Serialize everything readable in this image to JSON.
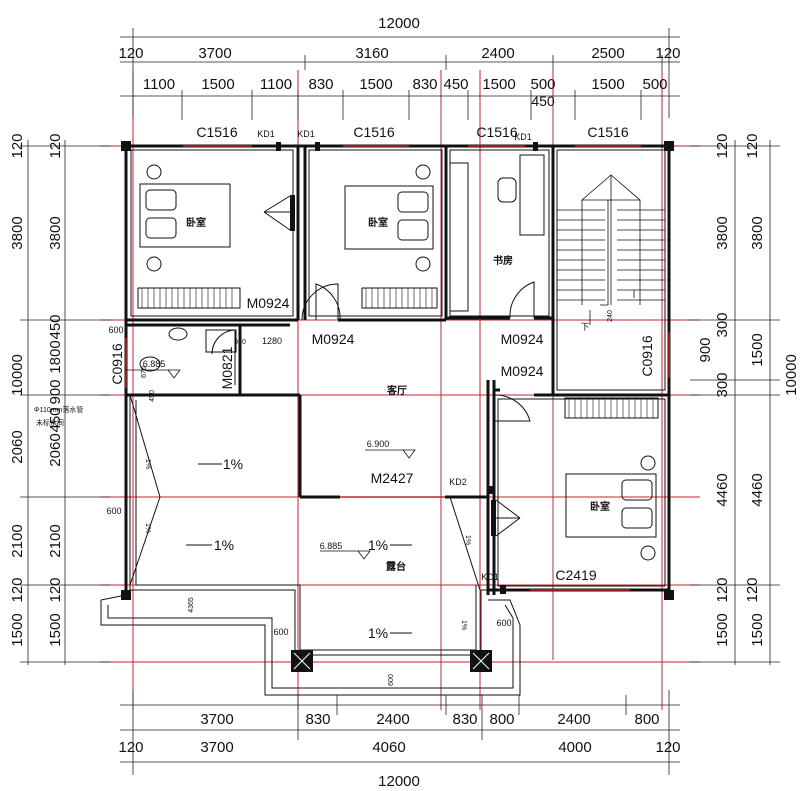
{
  "dims": {
    "top_total": "12000",
    "top_row1": [
      "120",
      "3700",
      "3160",
      "2400",
      "2500",
      "120"
    ],
    "top_row2": [
      "1100",
      "1500",
      "1100",
      "830",
      "1500",
      "830",
      "450",
      "1500",
      "500",
      "1500",
      "500"
    ],
    "top_extra": "450",
    "bottom_row1": [
      "3700",
      "830",
      "2400",
      "830",
      "800",
      "2400",
      "800"
    ],
    "bottom_row2": [
      "120",
      "3700",
      "4060",
      "4000",
      "120"
    ],
    "bottom_total": "12000",
    "left_outer": [
      "120",
      "3800",
      "10000",
      "2060",
      "2100",
      "120",
      "1500"
    ],
    "left_inner": [
      "120",
      "3800",
      "450",
      "1800",
      "900",
      "450",
      "2060",
      "2100",
      "120",
      "1500"
    ],
    "right_inner": [
      "120",
      "3800",
      "300",
      "900",
      "300",
      "4460",
      "120",
      "1500"
    ],
    "right_outer": [
      "120",
      "3800",
      "1500",
      "10000",
      "4460",
      "120",
      "1500"
    ]
  },
  "labels": {
    "c1516": "C1516",
    "kd1": "KD1",
    "kd2": "KD2",
    "m0924": "M0924",
    "c0916": "C0916",
    "m0821": "M0821",
    "m2427": "M2427",
    "c2419": "C2419",
    "c0916_left": "C0916",
    "bedroom": "卧室",
    "study": "书房",
    "living": "客厅",
    "terrace": "露台",
    "slope": "1%",
    "elev_6885": "6.885",
    "elev_6900": "6.900",
    "pipe_note_1": "Φ110mm落水管",
    "pipe_note_2": "未标余同",
    "d600": "600",
    "d1280": "1280",
    "d920": "920",
    "d670": "670",
    "d450": "450",
    "d240": "240",
    "d4365": "4365",
    "down": "下"
  }
}
